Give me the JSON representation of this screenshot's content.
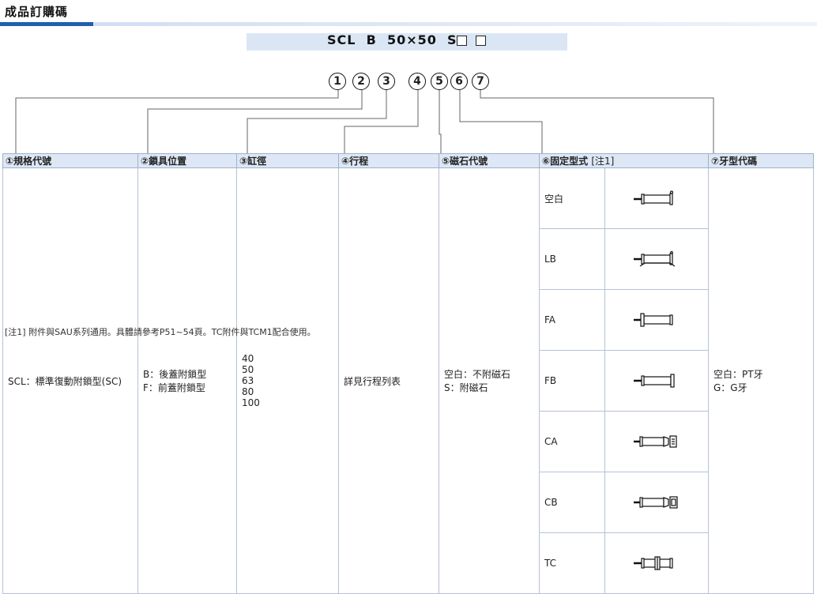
{
  "header": {
    "title": "成品訂購碼"
  },
  "code": {
    "text": "SCL  B  50×50  S",
    "boxes": [
      "□",
      "□"
    ]
  },
  "circles": [
    "1",
    "2",
    "3",
    "4",
    "5",
    "6",
    "7"
  ],
  "table": {
    "headers": [
      "①規格代號",
      "②鎖具位置",
      "③缸徑",
      "④行程",
      "⑤磁石代號",
      "⑥固定型式",
      "[注1]",
      "⑦牙型代碼"
    ],
    "spec_code": "SCL：標準復動附鎖型(SC)",
    "lock_position": "B：後蓋附鎖型\nF：前蓋附鎖型",
    "bore": "40\n50\n63\n80\n100",
    "stroke": "詳見行程列表",
    "magnet": "空白：不附磁石\nS：附磁石",
    "mounting": [
      {
        "name": "空白",
        "icon": "cylinder-basic-icon"
      },
      {
        "name": "LB",
        "icon": "cylinder-foot-icon"
      },
      {
        "name": "FA",
        "icon": "cylinder-front-flange-icon"
      },
      {
        "name": "FB",
        "icon": "cylinder-rear-flange-icon"
      },
      {
        "name": "CA",
        "icon": "cylinder-clevis-single-icon"
      },
      {
        "name": "CB",
        "icon": "cylinder-clevis-double-icon"
      },
      {
        "name": "TC",
        "icon": "cylinder-trunnion-icon"
      }
    ],
    "thread": "空白：PT牙\nG：G牙"
  },
  "note": "[注1] 附件與SAU系列通用。具體請參考P51~54頁。TC附件與TCM1配合使用。"
}
